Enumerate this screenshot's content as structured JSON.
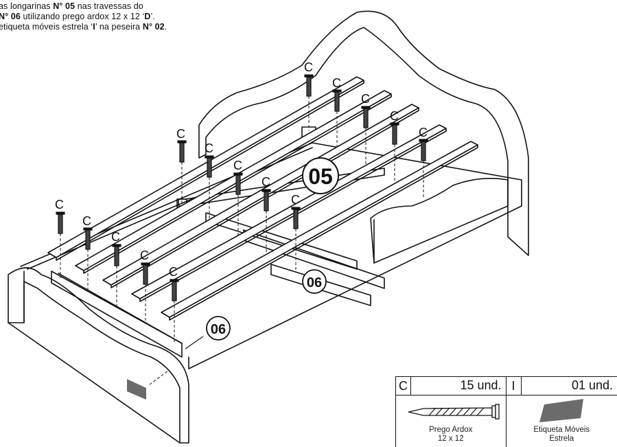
{
  "instructions": [
    {
      "segments": [
        {
          "t": "as longarinas ",
          "b": false
        },
        {
          "t": "N° 05",
          "b": true
        },
        {
          "t": " nas travessas do",
          "b": false
        }
      ]
    },
    {
      "segments": [
        {
          "t": "N° 06",
          "b": true
        },
        {
          "t": " utilizando prego ardox 12 x 12 ‘",
          "b": false
        },
        {
          "t": "D",
          "b": true
        },
        {
          "t": "’.",
          "b": false
        }
      ]
    },
    {
      "segments": [
        {
          "t": "etiqueta móveis estrela ‘",
          "b": false
        },
        {
          "t": "I",
          "b": true
        },
        {
          "t": "’ na peseira ",
          "b": false
        },
        {
          "t": "N° 02",
          "b": true
        },
        {
          "t": ".",
          "b": false
        }
      ]
    }
  ],
  "drawing": {
    "nail_label": "C",
    "badges": {
      "slat_part": "05",
      "crossbar_front": "06",
      "crossbar_back": "06"
    }
  },
  "parts": [
    {
      "letter": "C",
      "quantity": "15 und.",
      "name_lines": [
        "Prego Ardox",
        "12 x 12"
      ],
      "icon": "nail-icon"
    },
    {
      "letter": "I",
      "quantity": "01 und.",
      "name_lines": [
        "Etiqueta Móveis",
        "Estrela"
      ],
      "icon": "label-sticker-icon"
    }
  ],
  "colors": {
    "line": "#111111",
    "sticker": "#6b6b6b"
  }
}
